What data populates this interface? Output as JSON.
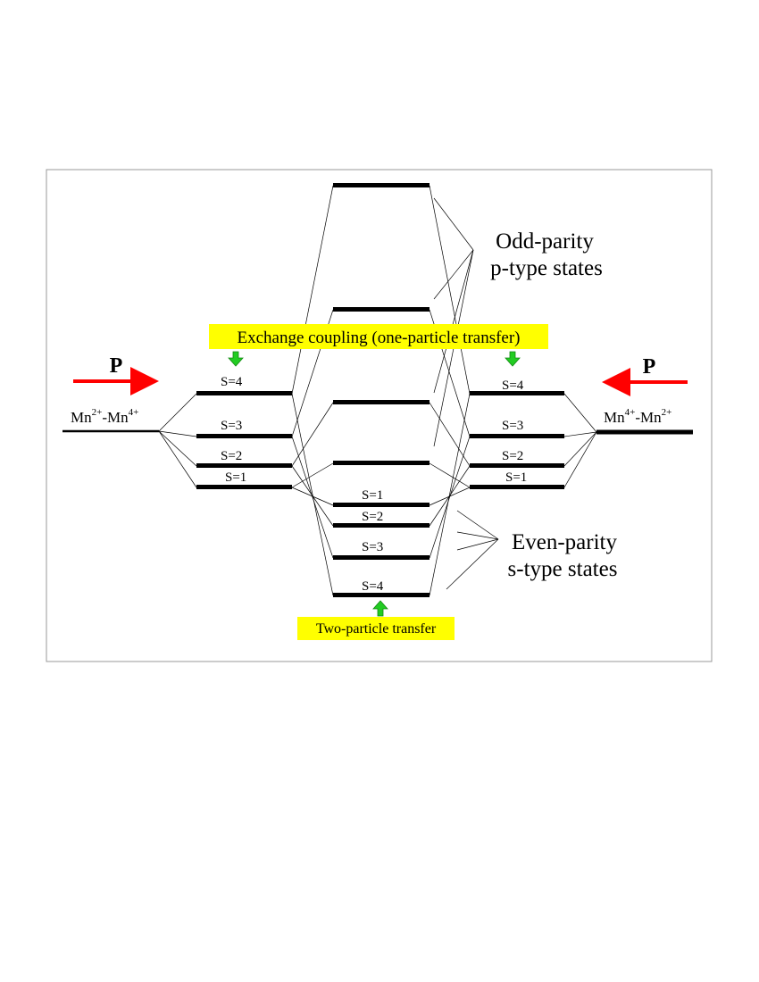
{
  "labels": {
    "p_left": "P",
    "p_right": "P",
    "mn_left": {
      "a": "Mn",
      "a_sup": "2+",
      "dash": "-Mn",
      "b_sup": "4+"
    },
    "mn_right": {
      "a": "Mn",
      "a_sup": "4+",
      "dash": "-Mn",
      "b_sup": "2+"
    },
    "left_levels": [
      "S=4",
      "S=3",
      "S=2",
      "S=1"
    ],
    "right_levels": [
      "S=4",
      "S=3",
      "S=2",
      "S=1"
    ],
    "center_even_levels": [
      "S=1",
      "S=2",
      "S=3",
      "S=4"
    ],
    "exchange_box": "Exchange coupling (one-particle transfer)",
    "two_particle_box": "Two-particle transfer",
    "odd_line1": "Odd-parity",
    "odd_line2": "p-type states",
    "even_line1": "Even-parity",
    "even_line2": "s-type states"
  },
  "colors": {
    "red_arrow": "#ff0000",
    "green_arrow": "#22cc22",
    "highlight": "#ffff00",
    "line": "#000000",
    "frame": "#999999"
  }
}
